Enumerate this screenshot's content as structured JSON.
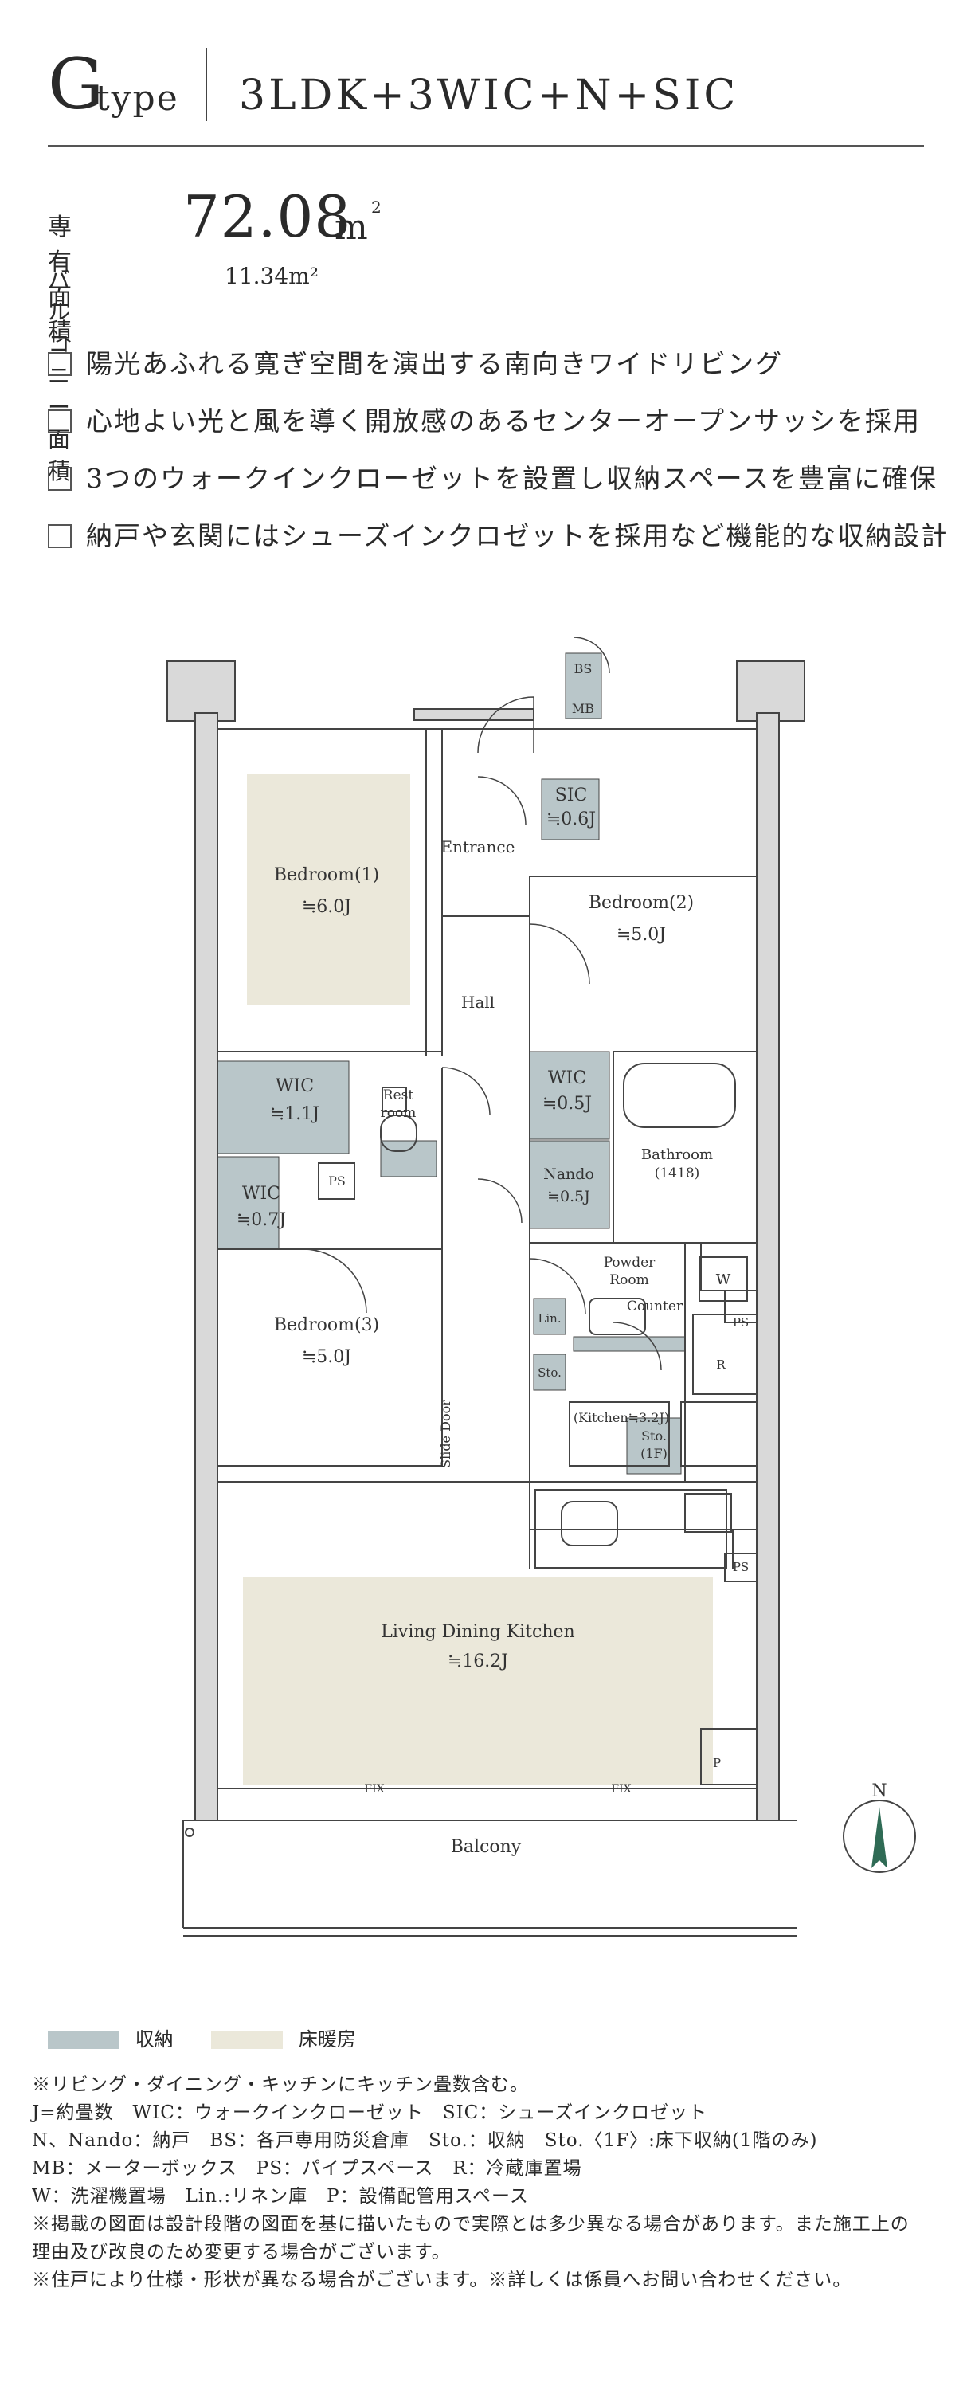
{
  "header": {
    "type_letter": "G",
    "type_word": "type",
    "plan_name": "3LDK+3WIC+N+SIC"
  },
  "area": {
    "label": "専有面積",
    "value": "72.08",
    "unit": "m",
    "unit_sup": "2",
    "balcony_label": "バルコニー面積",
    "balcony_value": "11.34m²"
  },
  "features": [
    "陽光あふれる寛ぎ空間を演出する南向きワイドリビング",
    "心地よい光と風を導く開放感のあるセンターオープンサッシを採用",
    "3つのウォークインクローゼットを設置し収納スペースを豊富に確保",
    "納戸や玄関にはシューズインクロゼットを採用など機能的な収納設計"
  ],
  "plan": {
    "bs": "BS",
    "mb": "MB",
    "sic": "SIC",
    "sic_size": "≒0.6J",
    "entrance": "Entrance",
    "bedroom1": "Bedroom(1)",
    "bedroom1_size": "≒6.0J",
    "bedroom2": "Bedroom(2)",
    "bedroom2_size": "≒5.0J",
    "hall": "Hall",
    "wic1": "WIC",
    "wic1_size": "≒1.1J",
    "rest_room_1": "Rest",
    "rest_room_2": "room",
    "wic2": "WIC",
    "wic2_size": "≒0.5J",
    "bathroom": "Bathroom",
    "bathroom_size": "(1418)",
    "wic3": "WIC",
    "wic3_size": "≒0.7J",
    "ps1": "PS",
    "nando": "Nando",
    "nando_size": "≒0.5J",
    "powder_1": "Powder",
    "powder_2": "Room",
    "washer": "W",
    "counter": "Counter",
    "lin": "Lin.",
    "ps2": "PS",
    "bedroom3": "Bedroom(3)",
    "bedroom3_size": "≒5.0J",
    "slide_door": "Slide Door",
    "sto1": "Sto.",
    "r": "R",
    "kitchen": "(Kitchen≒3.2J)",
    "sto2": "Sto.",
    "sto2_sub": "(1F)",
    "ps3": "PS",
    "ldk": "Living Dining Kitchen",
    "ldk_size": "≒16.2J",
    "p": "P",
    "fix1": "FIX",
    "fix2": "FIX",
    "balcony": "Balcony",
    "north": "N"
  },
  "colors": {
    "storage": "#b9c6c9",
    "floor_heating": "#ebe8da",
    "wall": "#d9d9d9",
    "line": "#444444"
  },
  "legend": {
    "storage": "収納",
    "floor_heating": "床暖房"
  },
  "notes": [
    "※リビング・ダイニング・キッチンにキッチン畳数含む。",
    "J=約畳数　WIC：ウォークインクローゼット　SIC：シューズインクロゼット",
    "N、Nando：納戸　BS：各戸専用防災倉庫　Sto.：収納　Sto.〈1F〉:床下収納(1階のみ)",
    "MB：メーターボックス　PS：パイプスペース　R：冷蔵庫置場",
    "W：洗濯機置場　Lin.:リネン庫　P：設備配管用スペース",
    "※掲載の図面は設計段階の図面を基に描いたもので実際とは多少異なる場合があります。また施工上の",
    "理由及び改良のため変更する場合がございます。",
    "※住戸により仕様・形状が異なる場合がございます。※詳しくは係員へお問い合わせください。"
  ]
}
